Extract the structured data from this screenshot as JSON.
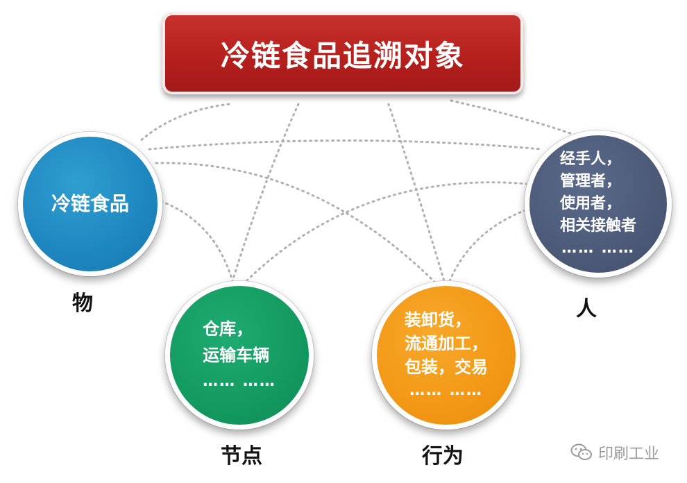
{
  "title": "冷链食品追溯对象",
  "nodes": {
    "food": {
      "lines": [
        "冷链食品"
      ],
      "label": "物",
      "color": "#1e86bf"
    },
    "place": {
      "lines": [
        "仓库，",
        "运输车辆",
        "…… ……"
      ],
      "label": "节点",
      "color": "#139a60"
    },
    "action": {
      "lines": [
        "装卸货，",
        "流通加工，",
        "包装，交易",
        "…… ……"
      ],
      "label": "行为",
      "color": "#f39816"
    },
    "person": {
      "lines": [
        "经手人，",
        "管理者，",
        "使用者，",
        "相关接触者",
        "…… ……"
      ],
      "label": "人",
      "color": "#4c5a78"
    }
  },
  "title_color": "#b5201d",
  "connector_color": "#b0b0b0",
  "watermark": {
    "icon": "wechat-icon",
    "text": "印刷工业"
  }
}
